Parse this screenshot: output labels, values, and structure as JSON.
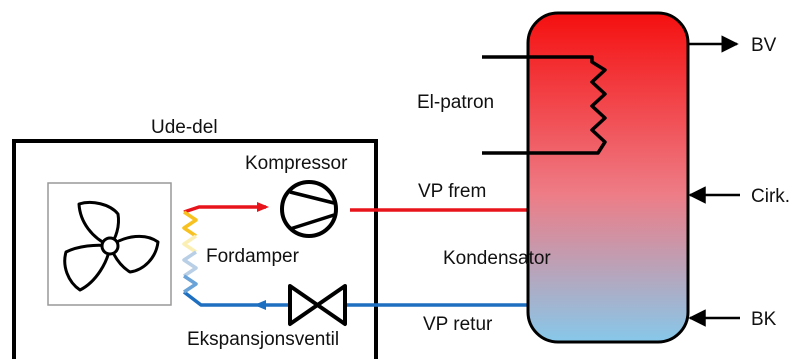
{
  "labels": {
    "outdoor_unit": "Ude-del",
    "compressor": "Kompressor",
    "evaporator": "Fordamper",
    "expansion_valve": "Ekspansjonsventil",
    "condenser": "Kondensator",
    "supply_line": "VP frem",
    "return_line": "VP retur",
    "heating_element": "El-patron",
    "hot_water": "BV",
    "circulation": "Cirk.",
    "cold_water": "BK"
  },
  "colors": {
    "hot": "#e8141b",
    "cold": "#1e6fc0",
    "coil_warm": "#f7c21f",
    "coil_light": "#fbefb4",
    "coil_cool": "#b9cfe6",
    "tank_top": "#f50f0f",
    "tank_mid": "#ee7c86",
    "tank_bottom": "#87c8ea",
    "outline": "#000000"
  }
}
